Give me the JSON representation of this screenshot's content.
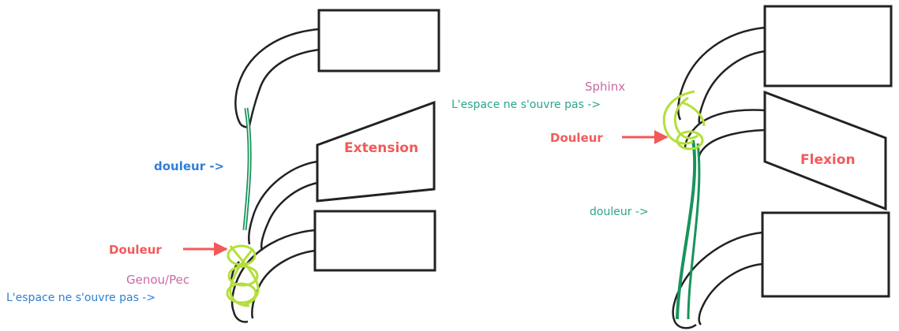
{
  "colors": {
    "stroke": "#222222",
    "red": "#f25a5a",
    "blue": "#2f7fd6",
    "pink": "#c86aa5",
    "teal": "#2aa58a",
    "green": "#17945a",
    "lime": "#b4df3a"
  },
  "left_panel": {
    "title": "Extension",
    "pain_top": "douleur ->",
    "pain_bottom": "Douleur",
    "pose": "Genou/Pec",
    "note": "L'espace ne s'ouvre pas ->"
  },
  "right_panel": {
    "title": "Flexion",
    "pose": "Sphinx",
    "note": "L'espace ne s'ouvre pas ->",
    "pain_top": "Douleur",
    "pain_bottom": "douleur ->"
  }
}
